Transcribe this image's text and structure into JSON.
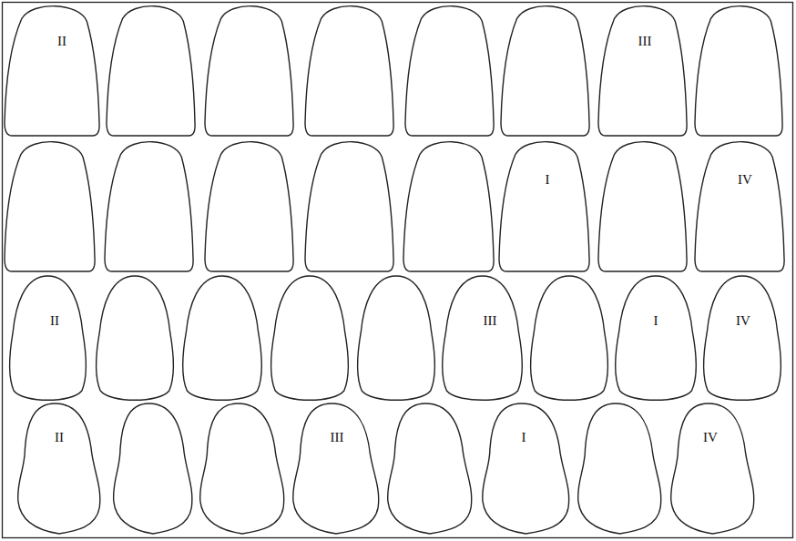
{
  "diagram": {
    "nodes": [
      {
        "text": [
          "II"
        ]
      },
      {
        "text": [
          "III"
        ]
      },
      {
        "text": [
          "I"
        ]
      },
      {
        "text": [
          "IV"
        ]
      },
      {
        "text": [
          "II"
        ]
      },
      {
        "text": [
          "III"
        ]
      },
      {
        "text": [
          "I"
        ]
      },
      {
        "text": [
          "IV"
        ]
      },
      {
        "text": [
          "II"
        ]
      },
      {
        "text": [
          "III"
        ]
      },
      {
        "text": [
          "I"
        ]
      },
      {
        "text": [
          "IV"
        ]
      }
    ]
  }
}
